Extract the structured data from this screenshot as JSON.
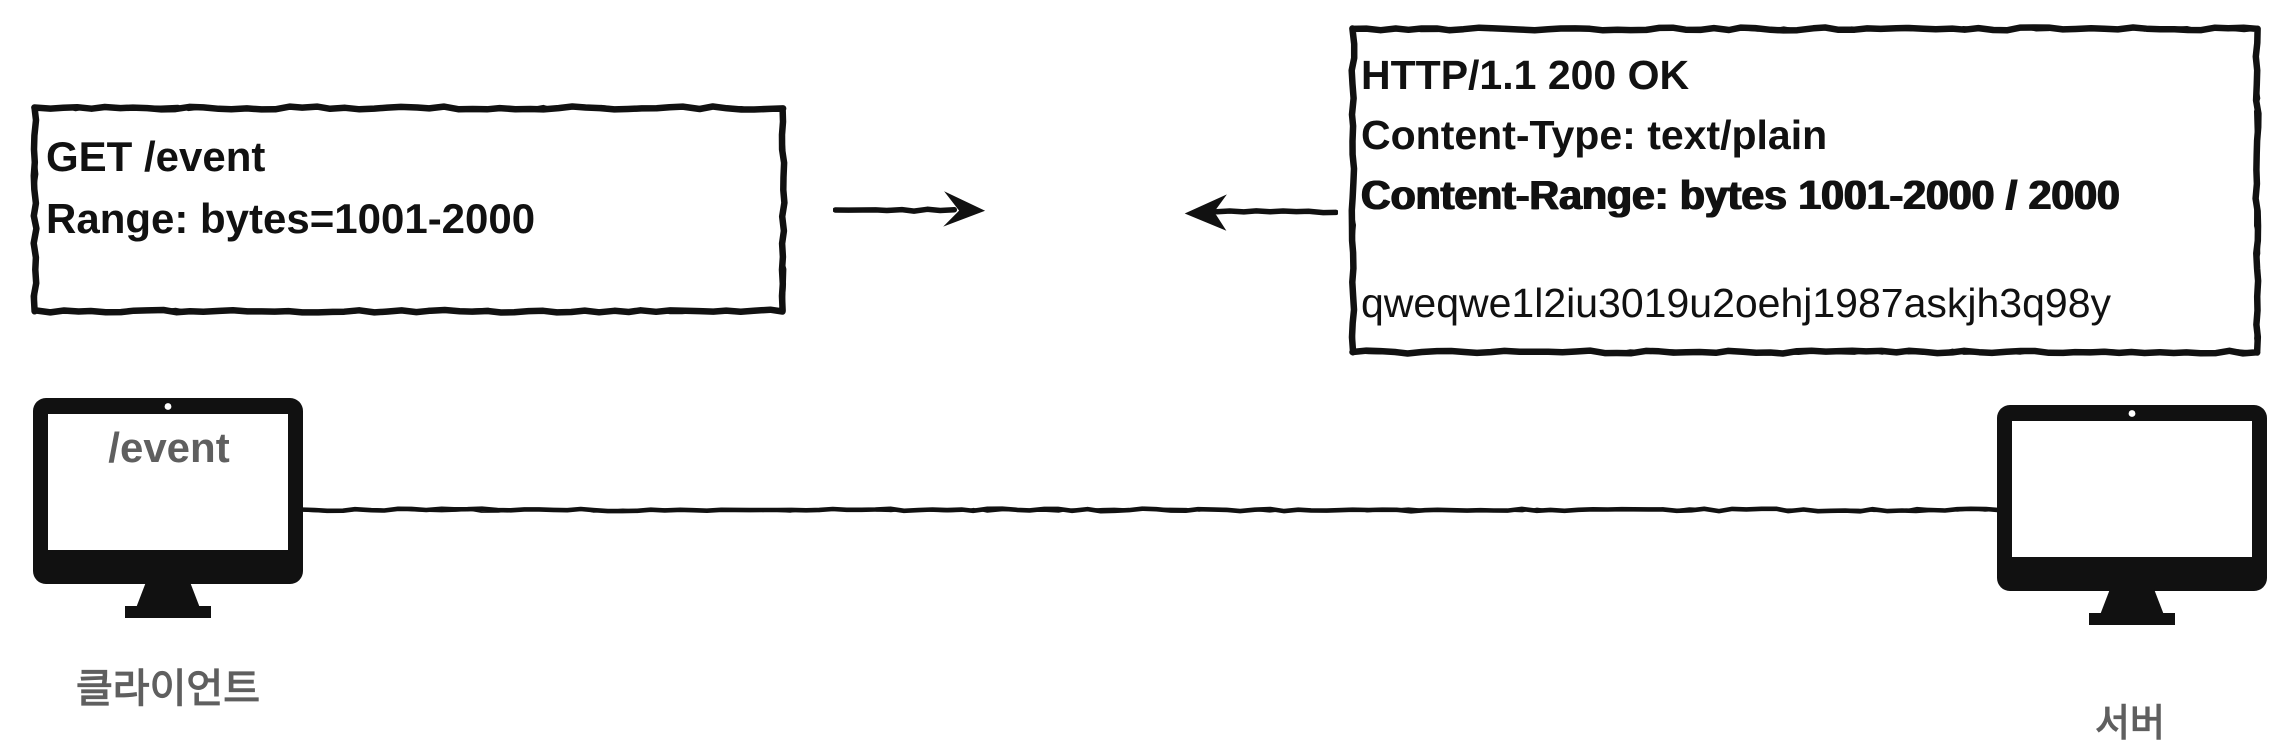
{
  "request_box": {
    "line1": "GET /event",
    "line2": "Range: bytes=1001-2000"
  },
  "response_box": {
    "line1": "HTTP/1.1 200 OK",
    "line2": "Content-Type: text/plain",
    "line3": "Content-Range: bytes 1001-2000 / 2000",
    "body": "qweqwe1l2iu3019u2oehj1987askjh3q98y"
  },
  "client": {
    "screen_label": "/event",
    "caption": "클라이언트"
  },
  "server": {
    "caption": "서버"
  },
  "icons": {
    "request_arrow": "arrow-right",
    "response_arrow": "arrow-left",
    "client_device": "desktop-monitor",
    "server_device": "desktop-monitor"
  },
  "colors": {
    "ink": "#111111",
    "muted_gray": "#5f5f5f",
    "background": "#ffffff"
  }
}
